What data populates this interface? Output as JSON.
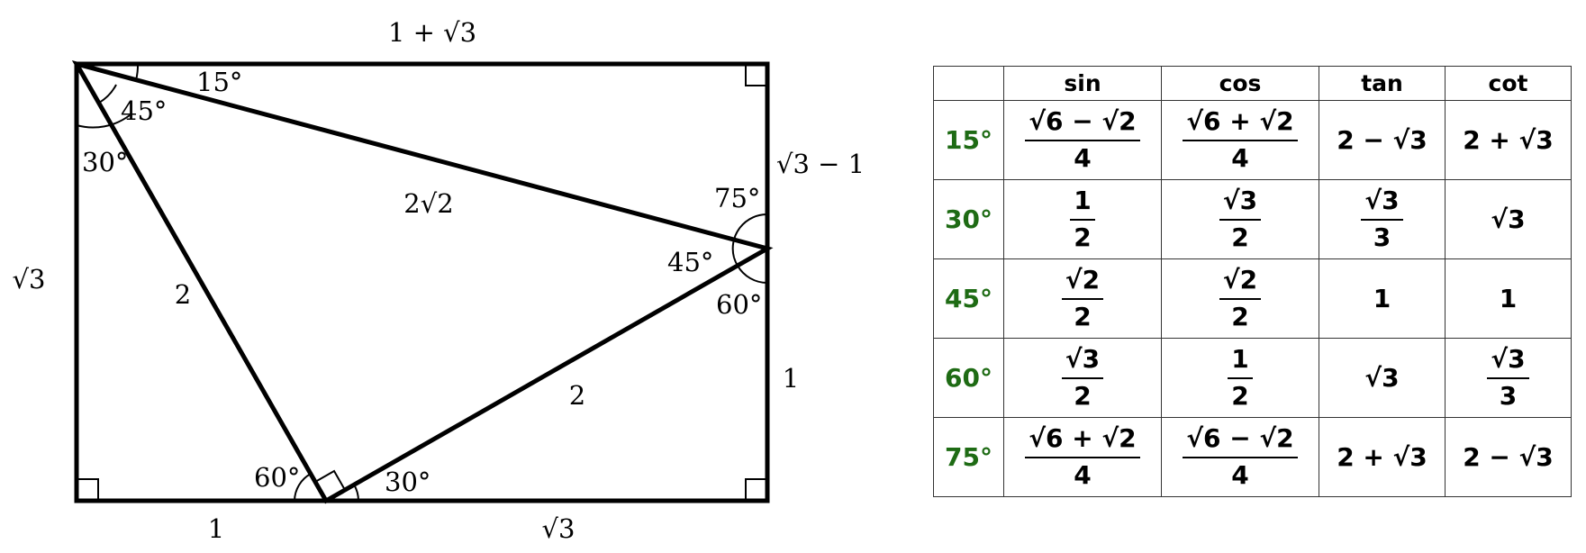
{
  "diagram": {
    "labels": {
      "top_side": "1 + √3",
      "right_upper_side": "√3 − 1",
      "left_side": "√3",
      "right_lower_side": "1",
      "bottom_left_side": "1",
      "bottom_right_side": "√3",
      "diagonal_top": "2√2",
      "diagonal_left": "2",
      "diagonal_right": "2",
      "angle_tl_15": "15°",
      "angle_tl_45": "45°",
      "angle_tl_30": "30°",
      "angle_r_75": "75°",
      "angle_r_45": "45°",
      "angle_r_60": "60°",
      "angle_b_60": "60°",
      "angle_b_30": "30°"
    }
  },
  "table": {
    "headers": [
      "",
      "sin",
      "cos",
      "tan",
      "cot"
    ],
    "rows": [
      {
        "angle": "15°",
        "sin": {
          "num": "√6 − √2",
          "den": "4"
        },
        "cos": {
          "num": "√6 + √2",
          "den": "4"
        },
        "tan": {
          "val": "2 − √3"
        },
        "cot": {
          "val": "2 + √3"
        }
      },
      {
        "angle": "30°",
        "sin": {
          "num": "1",
          "den": "2"
        },
        "cos": {
          "num": "√3",
          "den": "2"
        },
        "tan": {
          "num": "√3",
          "den": "3"
        },
        "cot": {
          "val": "√3"
        }
      },
      {
        "angle": "45°",
        "sin": {
          "num": "√2",
          "den": "2"
        },
        "cos": {
          "num": "√2",
          "den": "2"
        },
        "tan": {
          "val": "1"
        },
        "cot": {
          "val": "1"
        }
      },
      {
        "angle": "60°",
        "sin": {
          "num": "√3",
          "den": "2"
        },
        "cos": {
          "num": "1",
          "den": "2"
        },
        "tan": {
          "val": "√3"
        },
        "cot": {
          "num": "√3",
          "den": "3"
        }
      },
      {
        "angle": "75°",
        "sin": {
          "num": "√6 + √2",
          "den": "4"
        },
        "cos": {
          "num": "√6 − √2",
          "den": "4"
        },
        "tan": {
          "val": "2 + √3"
        },
        "cot": {
          "val": "2 − √3"
        }
      }
    ]
  }
}
